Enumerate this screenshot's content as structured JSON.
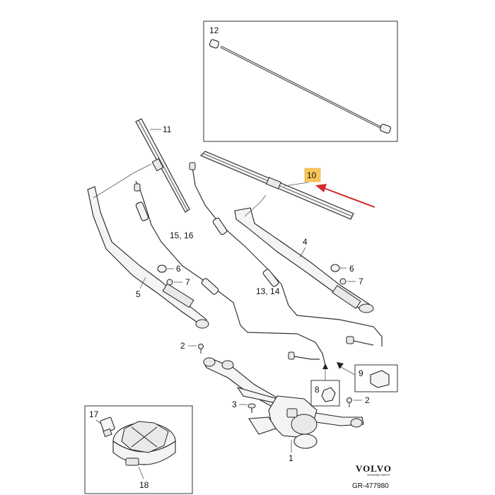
{
  "callouts": {
    "c1": "1",
    "c2": "2",
    "c3": "3",
    "c4": "4",
    "c5": "5",
    "c6a": "6",
    "c6b": "6",
    "c7a": "7",
    "c7b": "7",
    "c8": "8",
    "c9": "9",
    "c10": "10",
    "c11": "11",
    "c12": "12",
    "c13_14": "13, 14",
    "c15_16": "15, 16",
    "c17": "17",
    "c18": "18"
  },
  "highlight": {
    "target": "10",
    "box_color": "#f7c65a",
    "arrow_color": "#d42a2a"
  },
  "brand": {
    "name": "VOLVO",
    "sub": "GENUINE PARTS",
    "code": "GR-477980"
  }
}
